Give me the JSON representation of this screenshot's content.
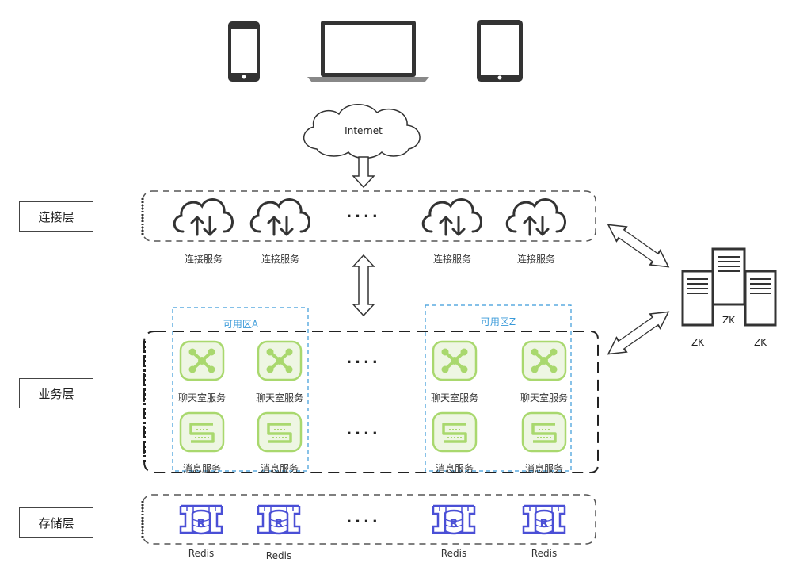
{
  "layers": {
    "connection": "连接层",
    "business": "业务层",
    "storage": "存储层"
  },
  "internet": "Internet",
  "connection_services": [
    "连接服务",
    "连接服务",
    "连接服务",
    "连接服务"
  ],
  "zones": {
    "a": "可用区A",
    "z": "可用区Z"
  },
  "chat_services": [
    "聊天室服务",
    "聊天室服务",
    "聊天室服务",
    "聊天室服务"
  ],
  "message_services": [
    "消息服务",
    "消息服务",
    "消息服务",
    "消息服务"
  ],
  "redis": [
    "Redis",
    "Redis",
    "Redis",
    "Redis"
  ],
  "ellipsis": "....",
  "zk": [
    "ZK",
    "ZK",
    "ZK"
  ],
  "icons": {
    "devices": [
      "smartphone-icon",
      "laptop-icon",
      "tablet-icon"
    ],
    "cloud": "cloud-upload-download-icon",
    "chat": "network-hub-icon",
    "message": "message-queue-icon",
    "redis": "redis-database-icon",
    "zk": "server-rack-icon"
  },
  "colors": {
    "green": "#a9d86e",
    "blue_zone": "#3a9ad9",
    "redis_blue": "#4a4fd6"
  }
}
